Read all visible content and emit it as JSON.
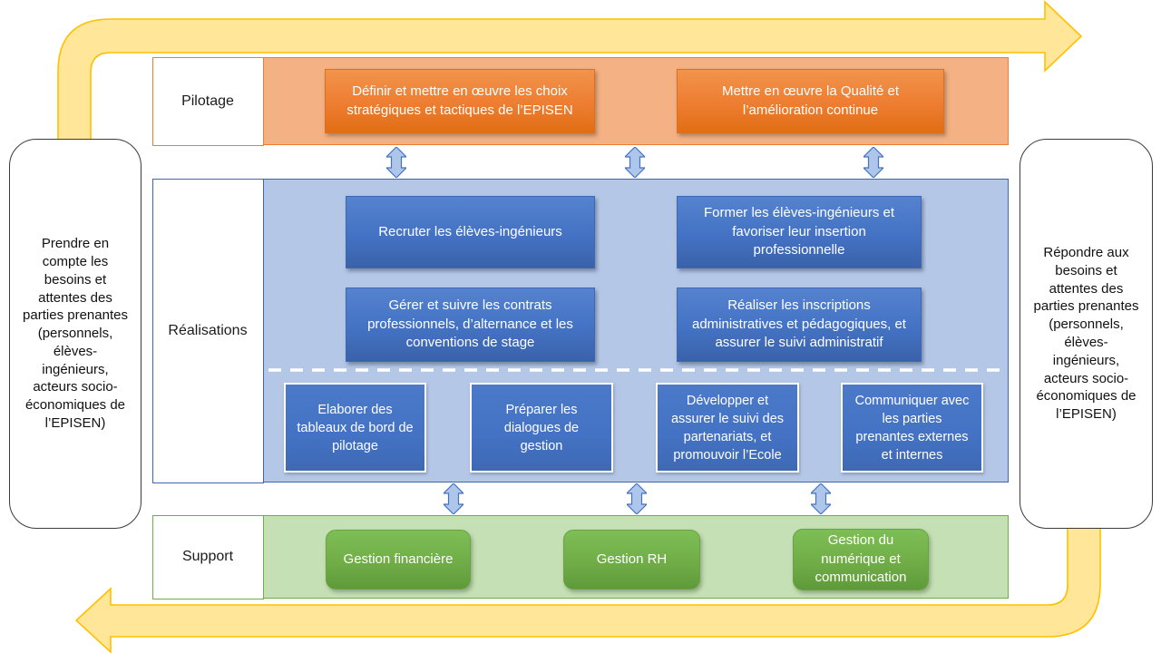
{
  "notes": {
    "left": "Prendre en compte les besoins et attentes des parties prenantes (personnels, élèves-ingénieurs, acteurs socio-économiques de l’EPISEN)",
    "right": "Répondre aux besoins et attentes des parties prenantes (personnels, élèves-ingénieurs, acteurs socio-économiques de l’EPISEN)"
  },
  "rows": {
    "pilotage": {
      "label": "Pilotage",
      "boxes": [
        "Définir et mettre en œuvre les choix stratégiques et tactiques de l’EPISEN",
        "Mettre en œuvre la Qualité et l’amélioration continue"
      ]
    },
    "realisations": {
      "label": "Réalisations",
      "primary_boxes": [
        "Recruter les élèves-ingénieurs",
        "Former les élèves-ingénieurs et favoriser leur insertion professionnelle",
        "Gérer et suivre les contrats professionnels, d’alternance et les conventions de stage",
        "Réaliser les inscriptions administratives et pédagogiques, et assurer le suivi administratif"
      ],
      "secondary_boxes": [
        "Elaborer des tableaux de bord de pilotage",
        "Préparer les dialogues de gestion",
        "Développer et assurer le suivi des partenariats, et promouvoir l’Ecole",
        "Communiquer avec les parties prenantes externes et internes"
      ]
    },
    "support": {
      "label": "Support",
      "boxes": [
        "Gestion financière",
        "Gestion RH",
        "Gestion du numérique et communication"
      ]
    }
  },
  "colors": {
    "pilotage_band": "#F4B183",
    "pilotage_box": "#ED7D31",
    "realisations_band": "#B4C7E7",
    "realisations_box": "#4472C4",
    "support_band": "#C5E0B4",
    "support_box": "#70AD47",
    "flow_arrow_fill": "#FFE699",
    "flow_arrow_stroke": "#FFC000",
    "link_arrow_fill": "#AEC6E9",
    "link_arrow_stroke": "#4472C4",
    "dashed_divider": "#FFFFFF"
  }
}
